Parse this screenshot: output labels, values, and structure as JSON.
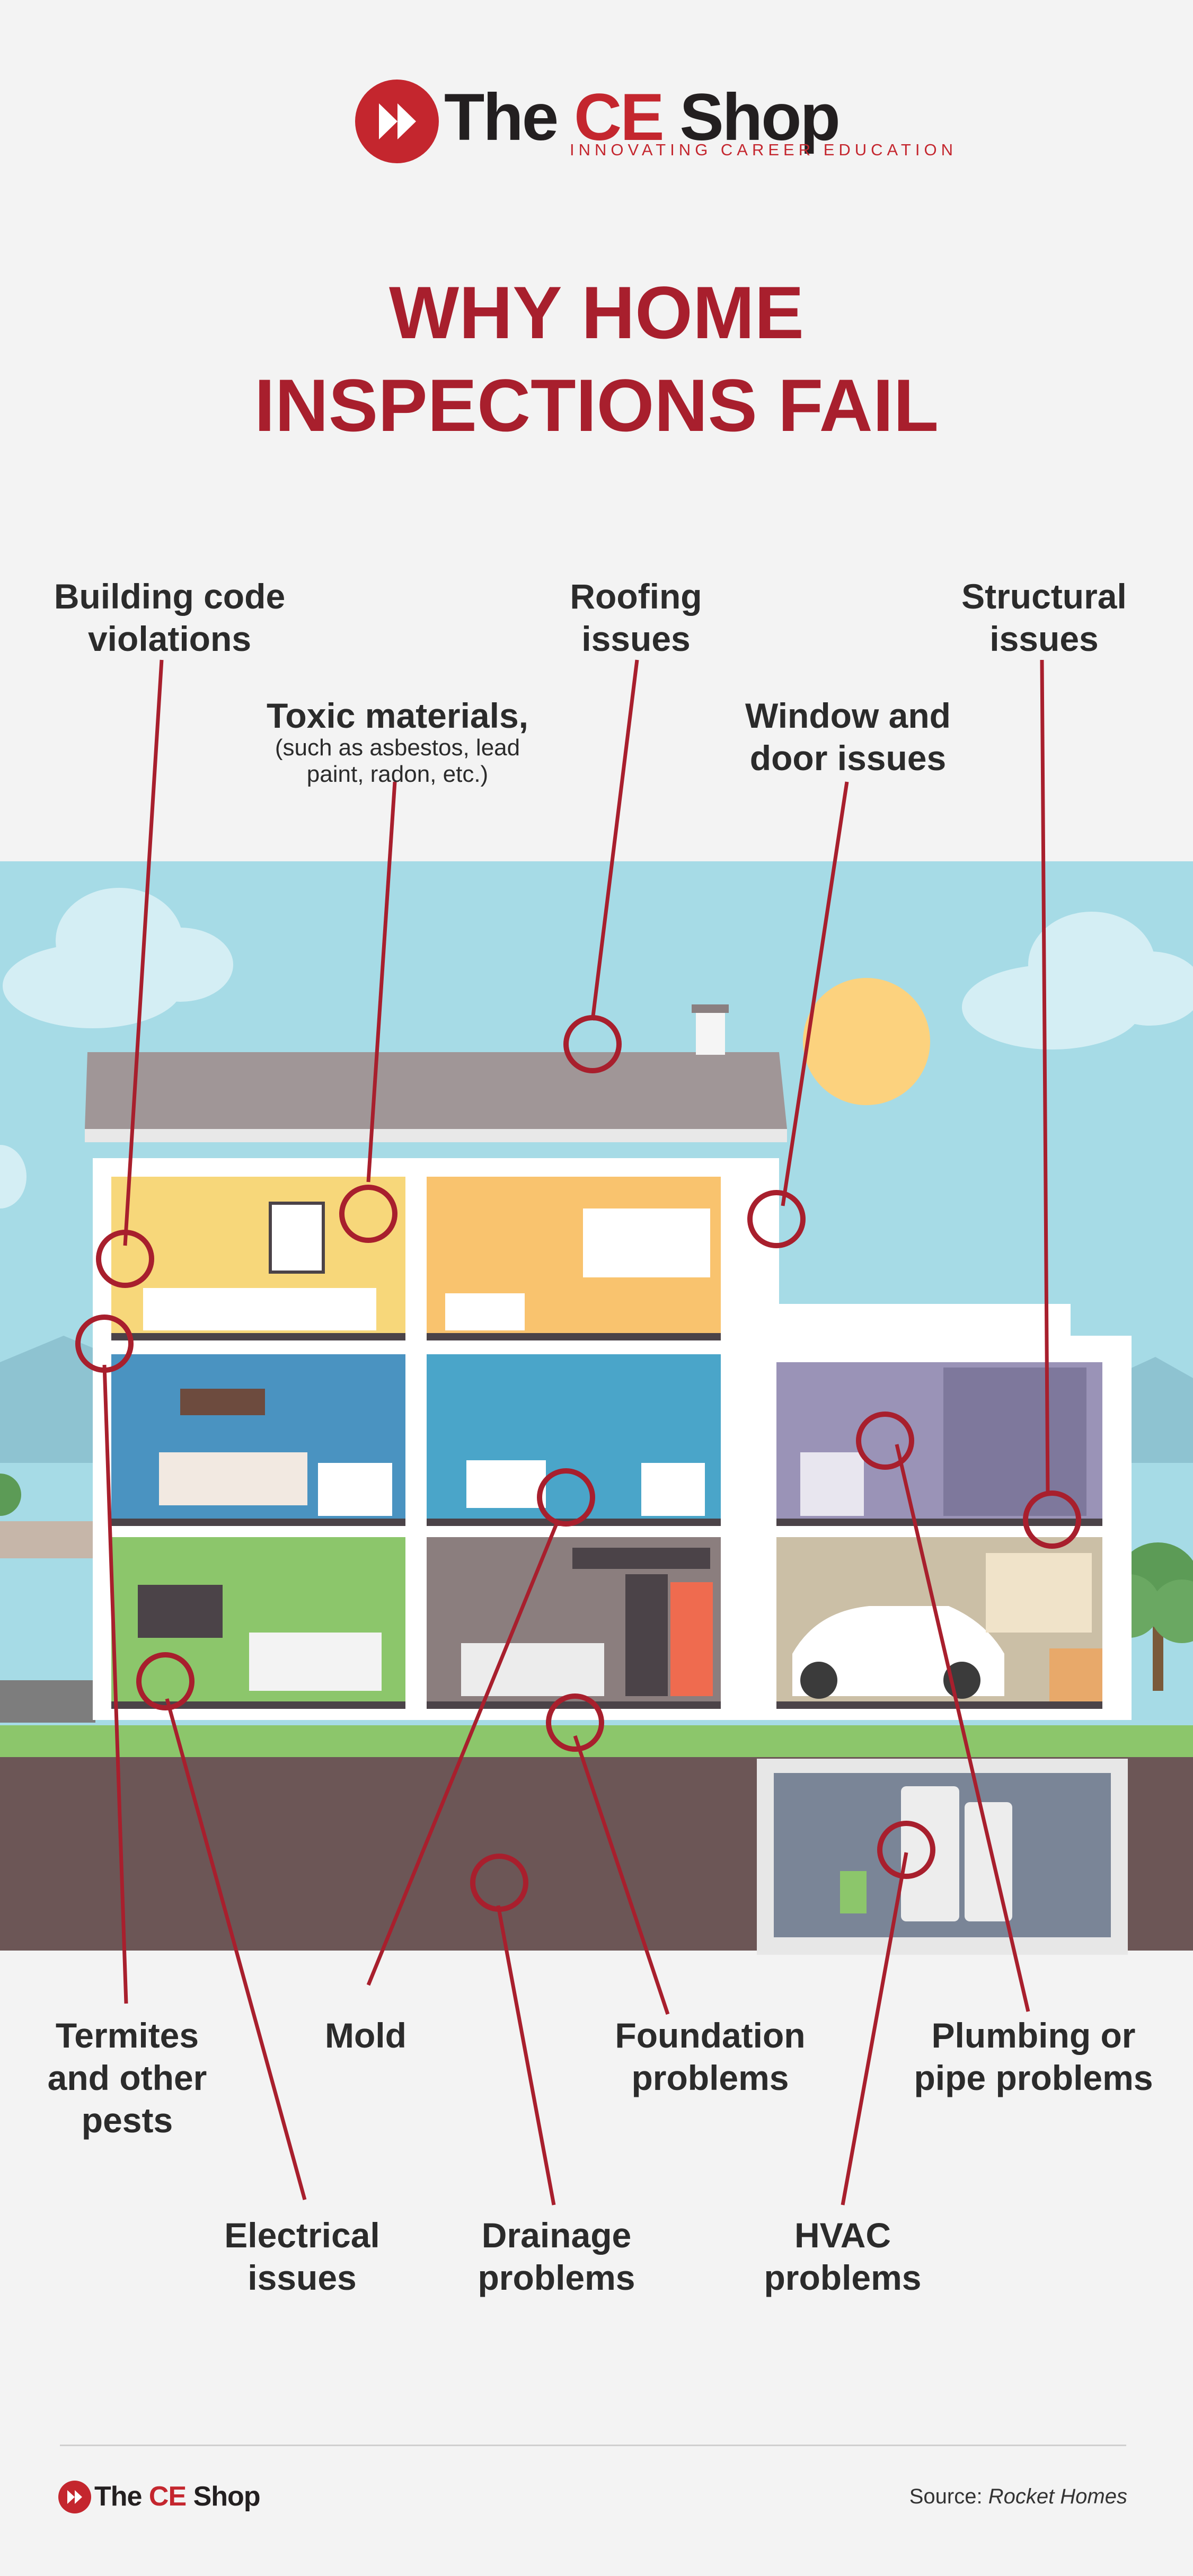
{
  "brand": {
    "name_part1": "The ",
    "name_ce": "CE",
    "name_part2": " Shop",
    "tagline": "INNOVATING CAREER EDUCATION"
  },
  "title": {
    "line1": "WHY HOME",
    "line2": "INSPECTIONS FAIL"
  },
  "labels": {
    "building_code": {
      "line1": "Building code",
      "line2": "violations"
    },
    "roofing": {
      "line1": "Roofing",
      "line2": "issues"
    },
    "structural": {
      "line1": "Structural",
      "line2": "issues"
    },
    "toxic": {
      "line1": "Toxic materials,",
      "sub1": "(such as asbestos, lead",
      "sub2": "paint, radon, etc.)"
    },
    "window_door": {
      "line1": "Window and",
      "line2": "door issues"
    },
    "termites": {
      "line1": "Termites",
      "line2": "and other",
      "line3": "pests"
    },
    "mold": {
      "line1": "Mold"
    },
    "foundation": {
      "line1": "Foundation",
      "line2": "problems"
    },
    "plumbing": {
      "line1": "Plumbing or",
      "line2": "pipe problems"
    },
    "electrical": {
      "line1": "Electrical",
      "line2": "issues"
    },
    "drainage": {
      "line1": "Drainage",
      "line2": "problems"
    },
    "hvac": {
      "line1": "HVAC",
      "line2": "problems"
    }
  },
  "footer": {
    "brand_part1": "The ",
    "brand_ce": "CE",
    "brand_part2": " Shop",
    "source_label": "Source:",
    "source_name": "Rocket Homes"
  },
  "colors": {
    "accent_red": "#a81f2d",
    "logo_red": "#c4262e",
    "sky": "#a6dbe6",
    "grass": "#8cc66b",
    "soil": "#6c5656",
    "roof": "#a09697",
    "sun": "#fcd27e"
  }
}
